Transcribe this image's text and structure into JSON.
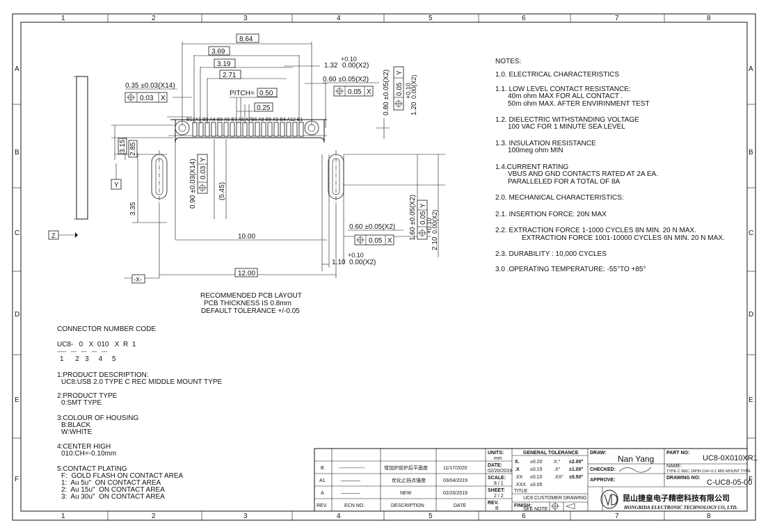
{
  "border": {
    "cols": [
      "1",
      "2",
      "3",
      "4",
      "5",
      "6",
      "7",
      "8"
    ],
    "rows": [
      "A",
      "B",
      "C",
      "D",
      "E",
      "F"
    ]
  },
  "dims": {
    "d864": "8.64",
    "d369": "3.69",
    "d319": "3.19",
    "d271": "2.71",
    "d025": "0.25",
    "pitch_label": "PITCH=",
    "pitch_val": "0.50",
    "d035": "0.35 ±0.03(X14)",
    "fcf_003": "0.03",
    "fcf_x": "X",
    "d132": "1.32",
    "d132tol_top": "+0.10",
    "d132tol_bot": "0.00(X2)",
    "d060": "0.60 ±0.05(X2)",
    "fcf_005": "0.05",
    "fcf_x2": "X",
    "d080": "0.80 ±0.05(X2)",
    "fcf_005y": "0.05",
    "fcf_y": "Y",
    "d120": "1.20",
    "d120tol_top": "+0.10",
    "d120tol_bot": "0.00(X2)",
    "d315": "3.15",
    "d285": "2.85",
    "d335": "3.35",
    "datum_y": "Y",
    "d090": "0.90 ±0.03(X14)",
    "fcf_003y": "0.03",
    "fcf_y2": "Y",
    "d545": "(5.45)",
    "d160": "1.60 ±0.05(X2)",
    "fcf_005y2": "0.05",
    "fcf_y3": "Y",
    "d210": "2.10",
    "d210tol_top": "+0.10",
    "d210tol_bot": "0.00(X2)",
    "d060b": "0.60 ±0.05(X2)",
    "fcf_005b": "0.05",
    "fcf_x3": "X",
    "d1000": "10.00",
    "d110": "1.10",
    "d110tol_top": "+0.10",
    "d110tol_bot": "0.00(X2)",
    "d1200": "12.00",
    "datum_x": "-X-",
    "datum_z": "Z",
    "pin_labels": "B12A1 B9 A4 B8 A5 B7 A6 A7B6 A8 B5 A9 B4 A12 B1"
  },
  "pcb": {
    "title": "RECOMMENDED PCB LAYOUT",
    "thickness": "PCB THICKNESS IS 0.8mm",
    "tolerance": "DEFAULT TOLERANCE +/-0.05"
  },
  "notes": [
    "NOTES:",
    "1.0. ELECTRICAL CHARACTERISTICS",
    "1.1. LOW LEVEL CONTACT RESISTANCE:",
    "40m ohm MAX FOR ALL CONTACT .",
    "50m ohm MAX. AFTER ENVIRINMENT TEST",
    "1.2. DIELECTRIC WITHSTANDING VOLTAGE",
    "100 VAC FOR 1 MINUTE SEA LEVEL",
    "1.3. INSULATION RESISTANCE",
    "100meg ohm MIN",
    "1.4.CURRENT RATING",
    "VBUS AND GND CONTACTS RATED AT 2A EA.",
    "PARALLELED FOR A TOTAL OF 8A",
    "2.0. MECHANICAL CHARACTERISTICS:",
    "2.1. INSERTION FORCE: 20N MAX",
    "2.2. EXTRACTION FORCE 1-1000 CYCLES 8N MIN. 20 N MAX.",
    "EXTRACTION FORCE 1001-10000 CYCLES 6N MIN. 20 N MAX.",
    "2.3. DURABILITY : 10,000 CYCLES",
    "3.0 .OPERATING TEMPERATURE: -55°TO +85°"
  ],
  "code": {
    "title": "CONNECTOR NUMBER CODE",
    "pn": "UC8-   0   X  010   X  R  1",
    "dashes": "-----   ---   ---   ---   ---",
    "idx": "1      2   3     4     5",
    "items": [
      "1:PRODUCT DESCRIPTION:",
      "UC8:USB 2.0 TYPE C REC MIDDLE MOUNT TYPE",
      "2:PRODUCT TYPE",
      "0:SMT TYPE",
      "3:COLOUR OF  HOUSING",
      "B:BLACK",
      "W:WHITE",
      "4:CENTER HIGH",
      "010:CH=-0.10mm",
      "5:CONTACT PLATING",
      "F:  GOLD FLASH ON CONTACT AREA",
      "1:  Au 5u\"  ON CONTACT AREA",
      "2:  Au 15u\"  ON CONTACT AREA",
      "3:  Au 30u\"  ON CONTACT AREA"
    ]
  },
  "title_block": {
    "rev_rows": [
      {
        "rev": "B",
        "ecn": "----------------",
        "desc": "增加炉前炉后平面度",
        "date": "11/17/2020"
      },
      {
        "rev": "A1",
        "ecn": "————",
        "desc": "优化止挡点强度",
        "date": "03/04/2019"
      },
      {
        "rev": "A",
        "ecn": "————",
        "desc": "NEW",
        "date": "02/20/2019"
      }
    ],
    "hdr_rev": "REV.",
    "hdr_ecn": "ECN NO.",
    "hdr_desc": "DESCRIPTION",
    "hdr_date": "DATE",
    "units_label": "UNITS:",
    "units_val": "mm",
    "date_label": "DATE:",
    "date_val": "02/20/2019",
    "scale_label": "SCALE:",
    "scale_val": "8 / 1",
    "sheet_label": "SHEET:",
    "sheet_val": "2 / 2",
    "rev_label": "REV.",
    "rev_val": "B",
    "gt_title": "GENERAL TOLERANCE",
    "gt": [
      [
        "X.",
        "±0.20",
        "X.°",
        "±2.00°"
      ],
      [
        ".X",
        "±0.15",
        ".X°",
        "±1.00°"
      ],
      [
        ".XX",
        "±0.10",
        ".XX°",
        "±0.50°"
      ],
      [
        ".XXX",
        "±0.05",
        "",
        ""
      ]
    ],
    "title_label": "TITLE:",
    "title_val": "UC8 CUSTOMER DRAWING",
    "finish_label": "FINISH:",
    "finish_val": "SEE NOTE",
    "draw_label": "DRAW:",
    "draw_val": "Nan Yang",
    "checked_label": "CHECKED:",
    "approve_label": "APPROVE:",
    "partno_label": "PART NO:",
    "partno_val": "UC8-0X010XR1",
    "name_label": "NAME:",
    "name_val": "TYPE C REC 16PIN CH=-0.1 MID MOUNT TYPE",
    "drawno_label": "DRAWING NO:",
    "drawno_val": "C-UC8-05-00",
    "company_cn": "昆山捷皇电子精密科技有限公司",
    "company_en": "HONGRIDA ELECTRONIC TECHNOLOGY CO, LTD."
  }
}
